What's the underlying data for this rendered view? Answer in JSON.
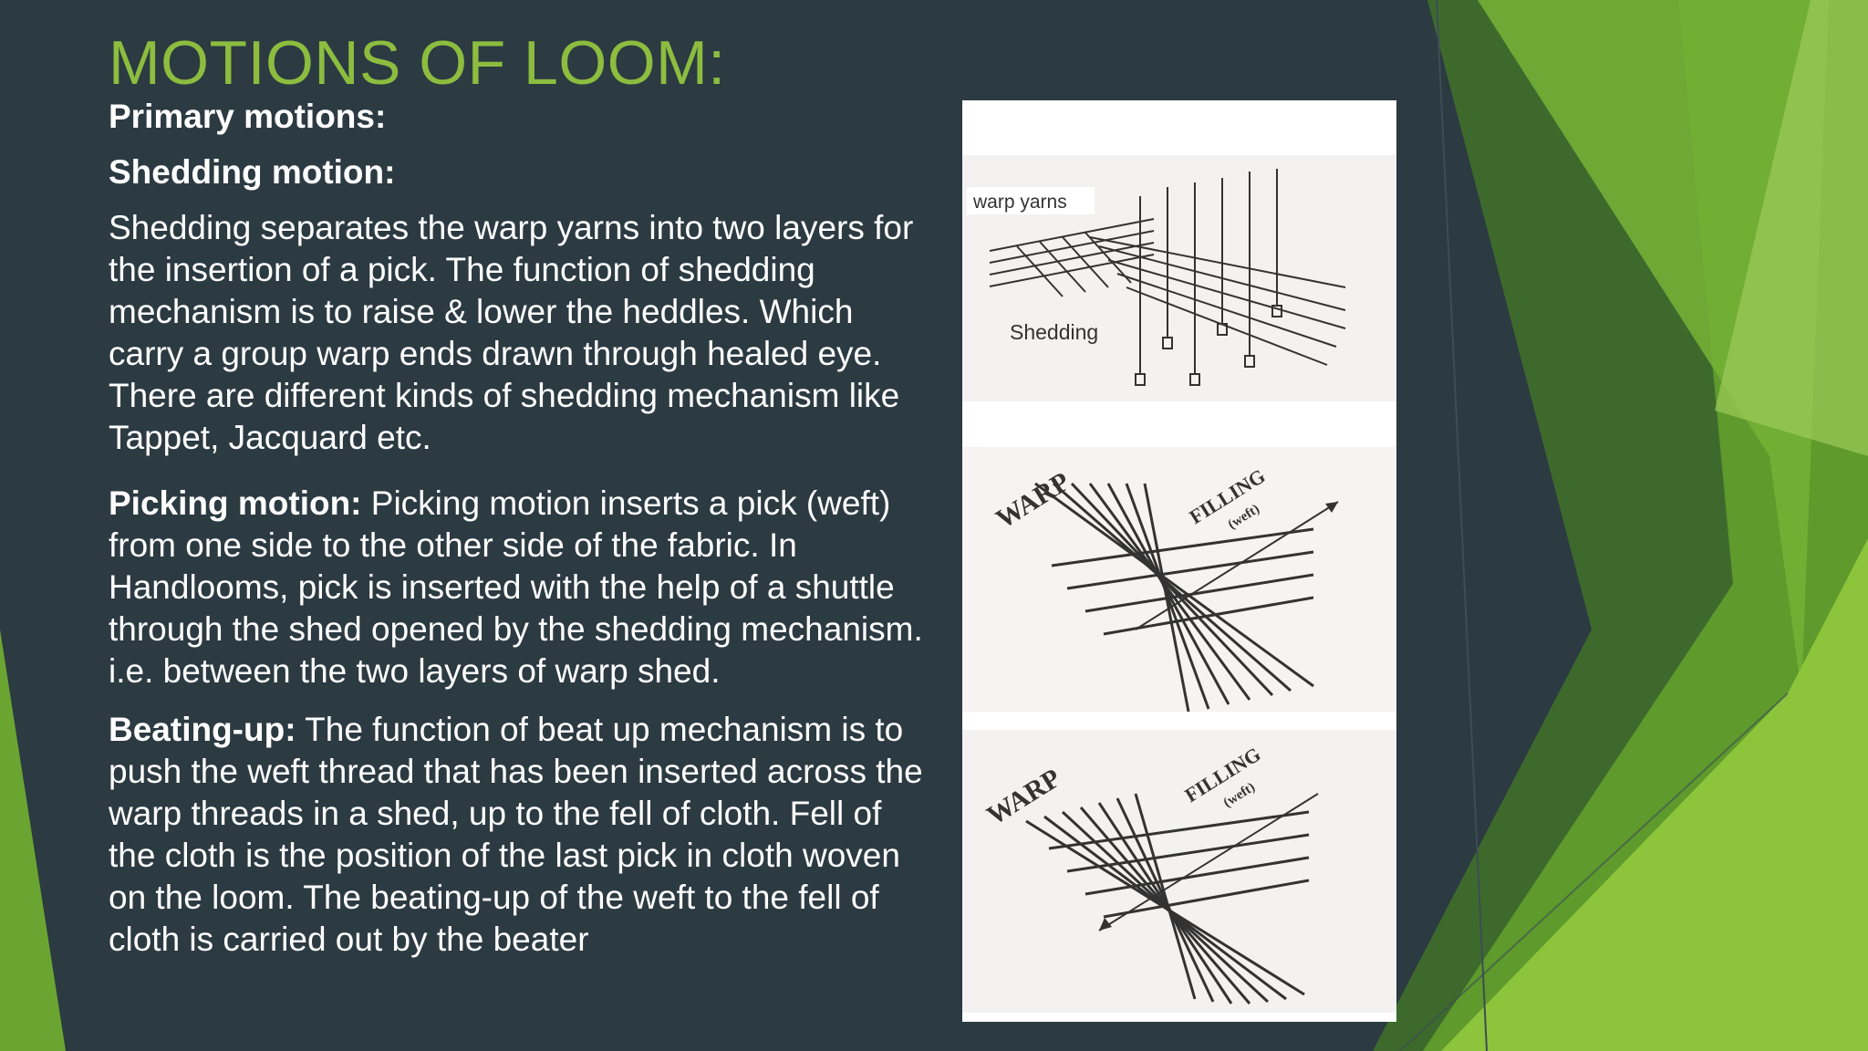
{
  "slide": {
    "title": "MOTIONS OF LOOM:",
    "primary_heading": "Primary motions:",
    "shedding_heading": "Shedding motion:",
    "shedding_text": "Shedding separates the warp yarns into two layers for the insertion of a pick. The function of shedding mechanism is to raise & lower the heddles. Which carry a group warp ends drawn through healed eye. There are different kinds of shedding mechanism like Tappet, Jacquard etc.",
    "picking_heading": "Picking motion:",
    "picking_text": " Picking motion inserts a pick (weft) from one side to the other side of the fabric. In Handlooms, pick is inserted with the help of a shuttle through the shed opened by the shedding mechanism. i.e. between the two layers of warp shed.",
    "beating_heading": "Beating-up:",
    "beating_text": " The function of beat up mechanism is to push the weft thread that has been inserted across the warp threads in a shed, up to the fell of cloth. Fell of the cloth is the position of the last pick in cloth woven on the loom. The beating-up of the weft to the fell of cloth is carried out by the beater"
  },
  "figure": {
    "panel1": {
      "label_warp_yarns": "warp yarns",
      "label_shedding": "Shedding"
    },
    "panel2": {
      "label_warp": "WARP",
      "label_filling": "FILLING",
      "label_weft": "(weft)"
    },
    "panel3": {
      "label_warp": "WARP",
      "label_filling": "FILLING",
      "label_weft": "(weft)"
    }
  },
  "colors": {
    "background": "#2c3a42",
    "accent": "#8cbd3f",
    "text": "#ffffff"
  }
}
